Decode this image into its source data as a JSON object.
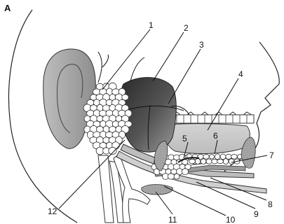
{
  "figure": {
    "panel_letter": "A",
    "labels": [
      "1",
      "2",
      "3",
      "4",
      "5",
      "6",
      "7",
      "8",
      "9",
      "10",
      "11",
      "12"
    ]
  }
}
